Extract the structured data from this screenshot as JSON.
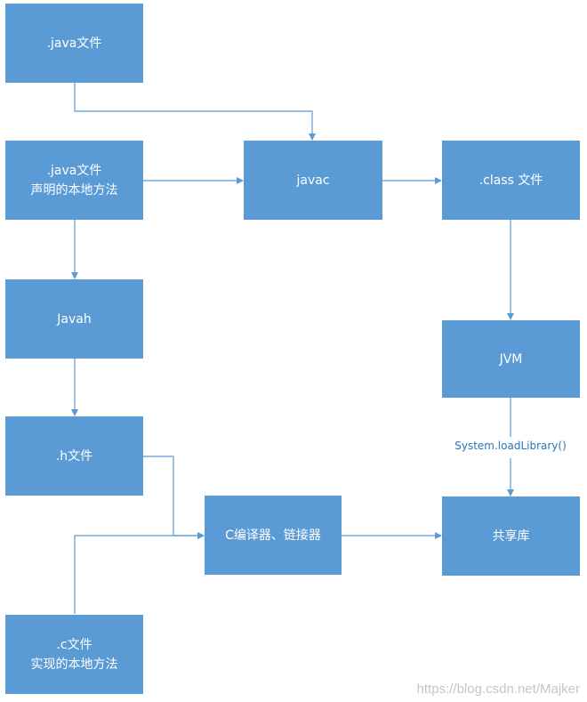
{
  "nodes": {
    "java_file": ".java文件",
    "java_native_line1": ".java文件",
    "java_native_line2": "声明的本地方法",
    "javac": "javac",
    "class_file": ".class 文件",
    "javah": "Javah",
    "jvm": "JVM",
    "h_file": ".h文件",
    "c_compiler": "C编译器、链接器",
    "shared_lib": "共享库",
    "c_file_line1": ".c文件",
    "c_file_line2": "实现的本地方法"
  },
  "edge_labels": {
    "jvm_to_lib": "System.loadLibrary()"
  },
  "watermark": "https://blog.csdn.net/Majker",
  "colors": {
    "node_fill": "#5b9bd5",
    "node_text": "#ffffff",
    "connector": "#5b9bd5",
    "edge_label": "#2e75b6",
    "watermark": "#c6c6c6"
  }
}
